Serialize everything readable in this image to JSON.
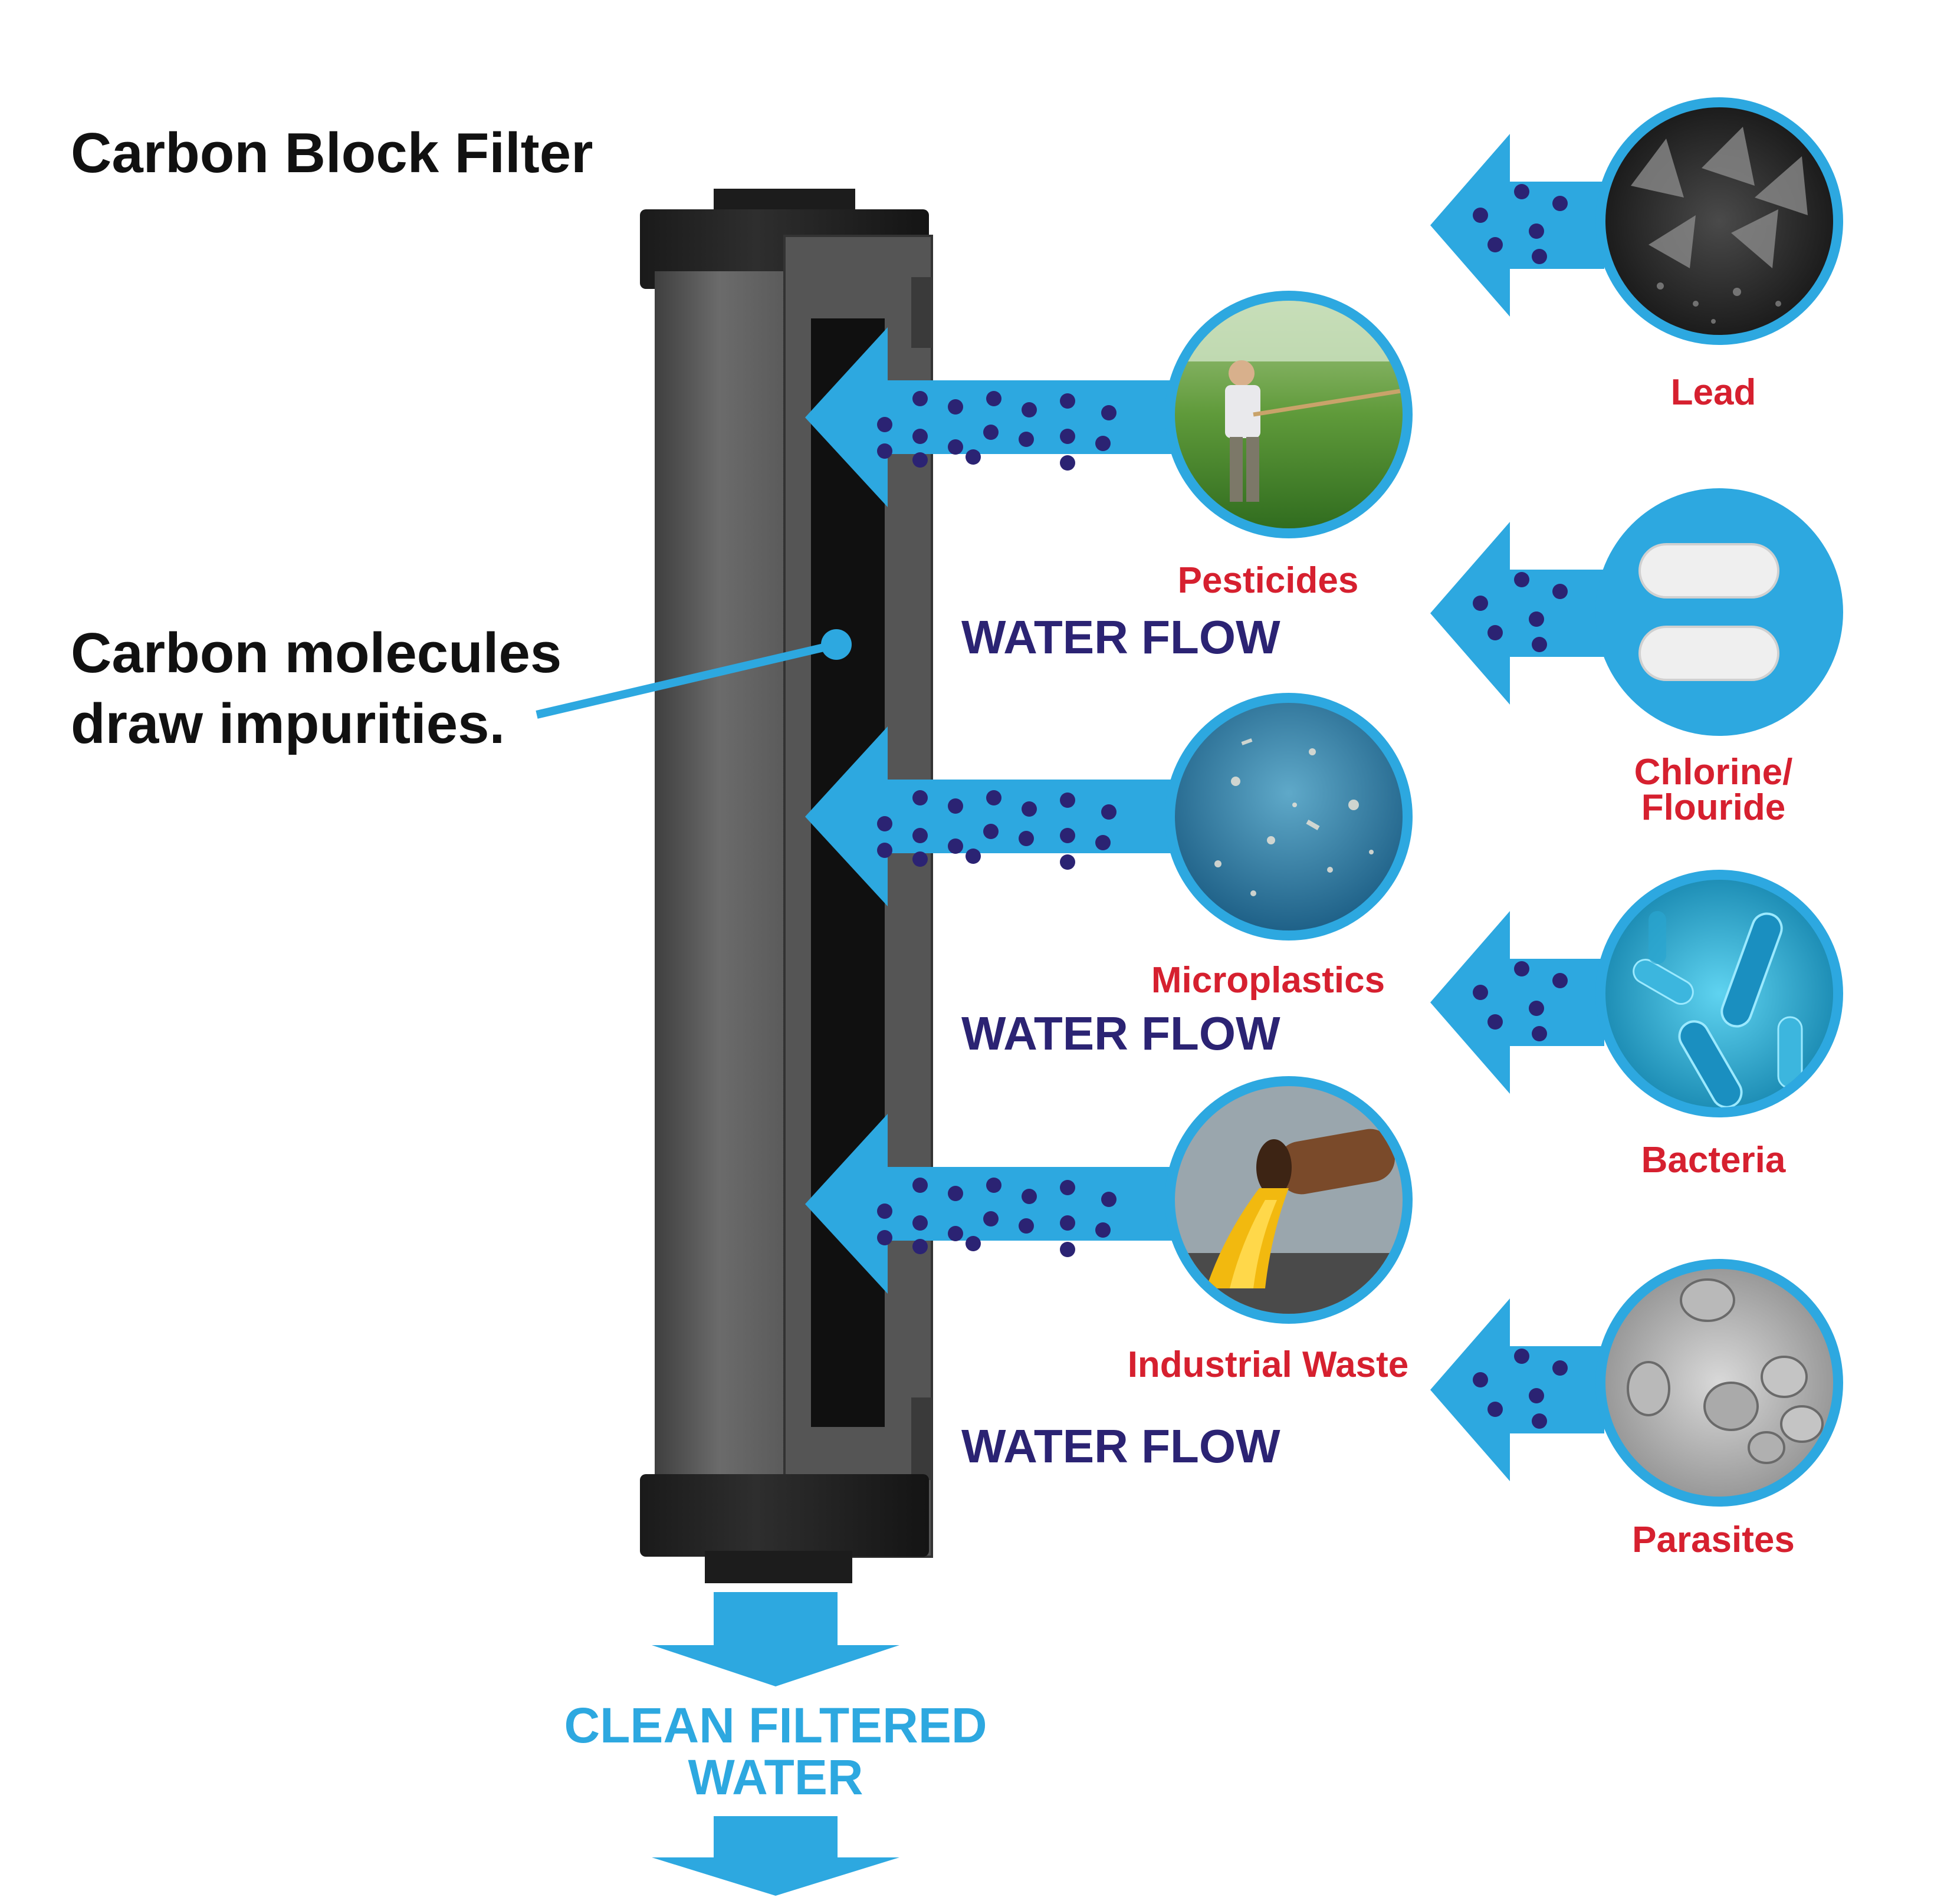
{
  "title": "Carbon Block Filter",
  "callout": {
    "line1": "Carbon molecules",
    "line2": "draw impurities."
  },
  "flow_label": "WATER FLOW",
  "clean_water": {
    "line1": "CLEAN FILTERED",
    "line2": "WATER"
  },
  "contaminants_inner": [
    {
      "label": "Pesticides",
      "icon": "farmer-spraying-crops-icon"
    },
    {
      "label": "Microplastics",
      "icon": "microplastics-in-water-icon"
    },
    {
      "label": "Industrial Waste",
      "icon": "waste-pipe-discharge-icon"
    }
  ],
  "contaminants_outer": [
    {
      "label": "Lead",
      "icon": "lead-ore-icon"
    },
    {
      "label_line1": "Chlorine/",
      "label_line2": "Flouride",
      "icon": "chlorine-tablets-icon"
    },
    {
      "label": "Bacteria",
      "icon": "bacteria-icon"
    },
    {
      "label": "Parasites",
      "icon": "parasites-icon"
    }
  ],
  "colors": {
    "arrow_blue": "#2da8e0",
    "dot_navy": "#2b2373",
    "label_red": "#d6202f",
    "flow_navy": "#2b2373",
    "filter_gray": "#5a5a5a"
  }
}
